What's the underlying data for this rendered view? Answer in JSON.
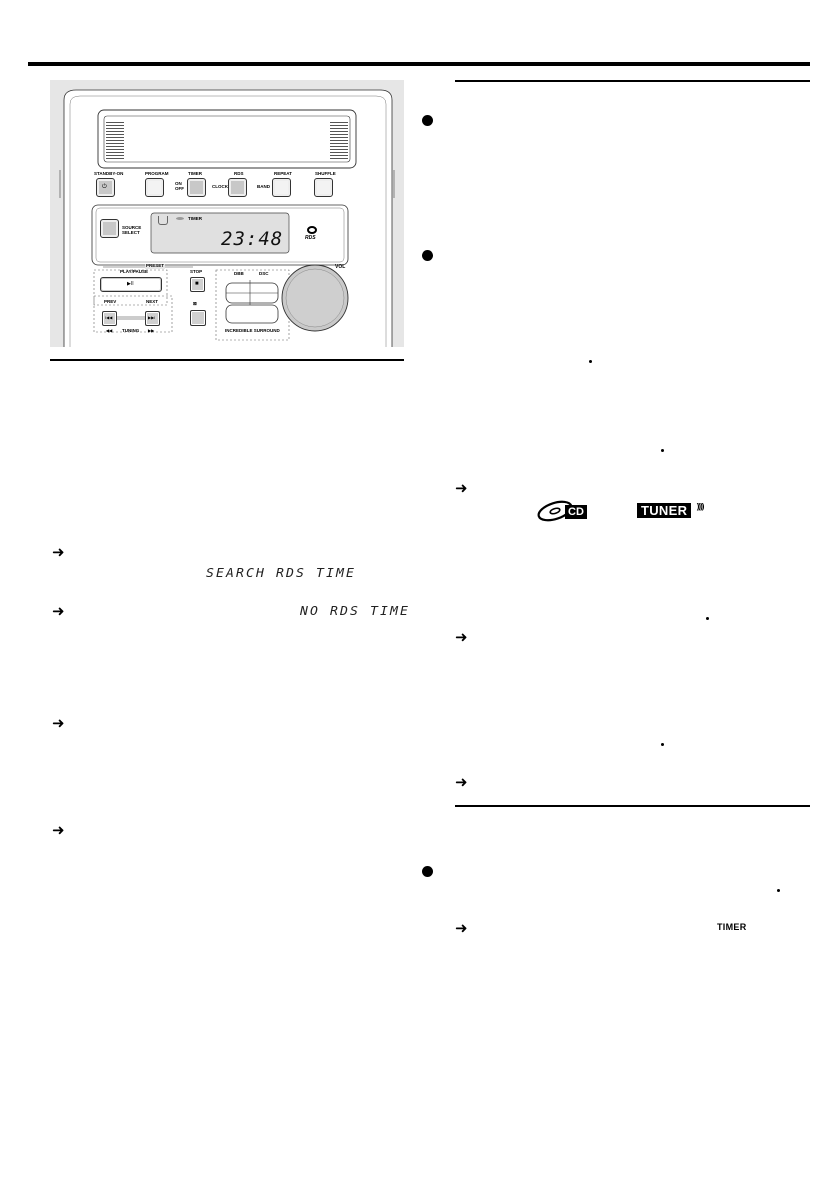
{
  "device": {
    "top_buttons": [
      {
        "label": "STANDBY-ON"
      },
      {
        "label": "PROGRAM"
      },
      {
        "label": "TIMER"
      },
      {
        "label": "RDS"
      },
      {
        "label": "REPEAT"
      },
      {
        "label": "SHUFFLE"
      }
    ],
    "on_off_label": "ON\nOFF",
    "clock_label": "CLOCK",
    "band_label": "BAND",
    "source_select_label": "SOURCE\nSELECT",
    "display_timer_label": "TIMER",
    "display_time": "23:48",
    "rds_logo_text": "RDS",
    "preset_label": "PRESET",
    "play_pause_label": "PLAY/PAUSE",
    "play_pause_symbol": "▶II",
    "stop_label": "STOP",
    "stop_symbol": "■",
    "prev_label": "PREV",
    "next_label": "NEXT",
    "prev_symbol": "I◀◀",
    "next_symbol": "▶▶I",
    "tuning_label": "TUNING",
    "rewind_symbol": "◀◀",
    "forward_symbol": "▶▶",
    "x_label": "⊠",
    "dbb_label": "DBB",
    "dsc_label": "DSC",
    "incredible_surround_label": "INCREDIBLE SURROUND",
    "vol_label": "VOL"
  },
  "left": {
    "lcd_search": "SEARCH RDS TIME",
    "lcd_no_rds": "NO RDS TIME"
  },
  "right": {
    "cd_logo_text": "CD",
    "tuner_logo_text": "TUNER",
    "tuner_waves": "))))",
    "timer_word": "TIMER"
  },
  "glyphs": {
    "arrow": "➜"
  }
}
